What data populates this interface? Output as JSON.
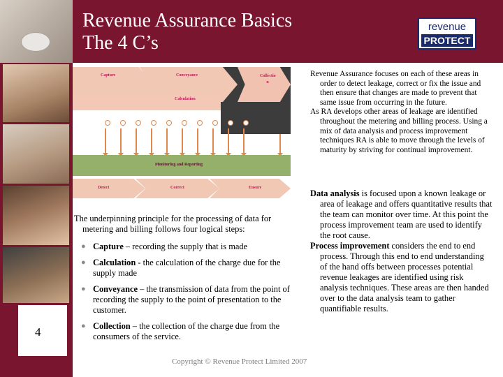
{
  "header": {
    "title_line1": "Revenue Assurance Basics",
    "title_line2": "The 4 C’s",
    "logo_line1": "revenue",
    "logo_line2": "PROTECT"
  },
  "diagram": {
    "capture": "Capture",
    "conveyance": "Conveyance",
    "collection": "Collectio n",
    "calculation": "Calculation",
    "monitoring": "Monitoring and Reporting",
    "detect": "Detect",
    "correct": "Correct",
    "ensure": "Ensure"
  },
  "right_column": {
    "intro": "Revenue Assurance focuses on each of these areas in order to detect leakage, correct or fix the issue and then ensure that changes are made to prevent that same issue from occurring in the future.",
    "develops": "As RA develops other areas of leakage are identified throughout the metering and billing process. Using a mix of data analysis and process improvement techniques RA is able to move through the levels of maturity by striving for continual improvement.",
    "data_analysis_term": "Data analysis",
    "data_analysis_text": " is focused upon a known leakage or area of leakage and offers quantitative results that the team can monitor over time. At this point the process improvement team are used to identify the root cause.",
    "process_improvement_term": "Process improvement",
    "process_improvement_text": " considers the end to end process. Through this end to end understanding of the hand offs between processes potential revenue leakages are identified using risk analysis techniques. These areas are then handed over to the data analysis team to gather quantifiable results."
  },
  "principle": "The underpinning principle for the processing of data for metering and billing follows four logical steps:",
  "steps": [
    {
      "term": "Capture",
      "text": " – recording the supply that is made"
    },
    {
      "term": "Calculation",
      "text": " - the calculation of the charge due for the supply made"
    },
    {
      "term": "Conveyance",
      "text": " – the transmission of data from the point of recording the supply to the point of presentation to the customer."
    },
    {
      "term": "Collection",
      "text": " – the collection of the charge due from the consumers of the service."
    }
  ],
  "page_number": "4",
  "copyright": "Copyright © Revenue Protect Limited 2007",
  "colors": {
    "header_bg": "#7a1530",
    "logo_navy": "#1b2a6b",
    "band_green": "#95b06a",
    "chevron_pink": "#f1c8b4"
  }
}
